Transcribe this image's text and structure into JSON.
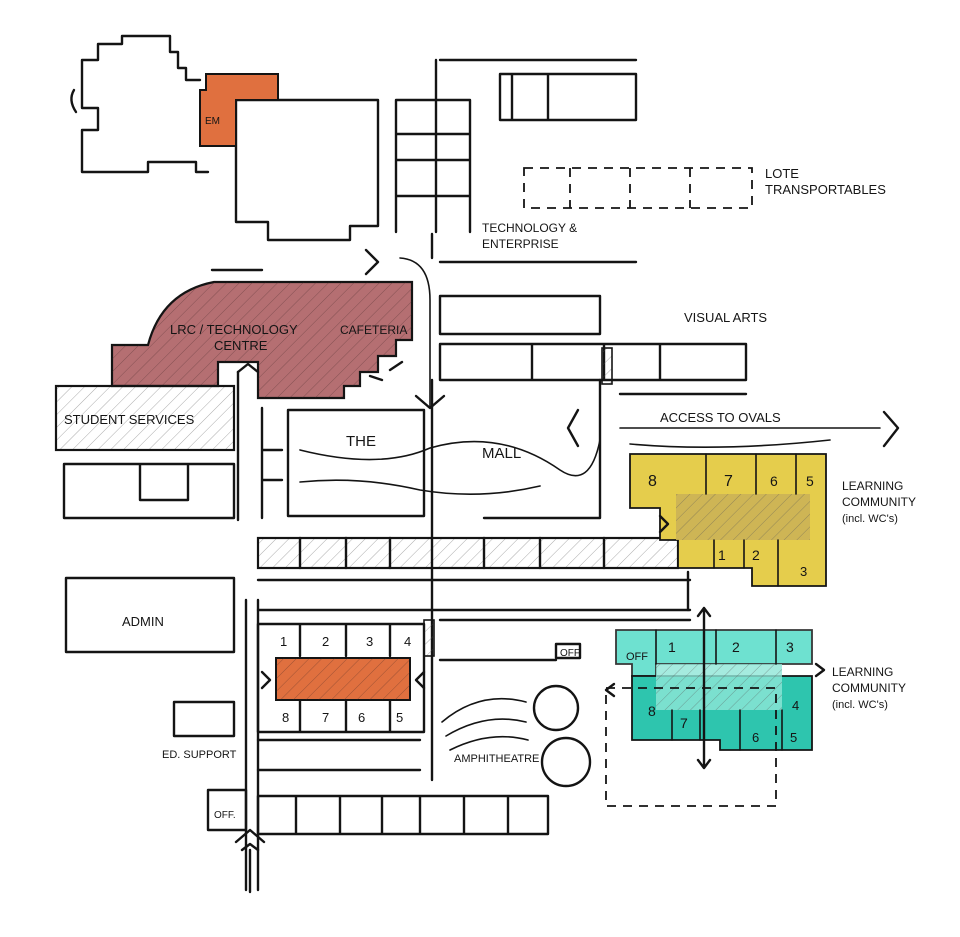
{
  "colors": {
    "orange": "#e0703f",
    "maroon": "#b56f72",
    "yellow": "#e5cd4c",
    "teal": "#55dcc8",
    "teal_dark": "#2ec5ae",
    "ink": "#141414"
  },
  "labels": {
    "em": "EM",
    "lote": "LOTE",
    "transportables": "TRANSPORTABLES",
    "technology": "TECHNOLOGY &",
    "enterprise": "ENTERPRISE",
    "lrc": "LRC / TECHNOLOGY",
    "centre": "CENTRE",
    "cafeteria": "CAFETERIA",
    "visual_arts": "VISUAL ARTS",
    "student_services": "STUDENT SERVICES",
    "the": "THE",
    "mall": "MALL",
    "access_to_ovals": "ACCESS TO OVALS",
    "admin": "ADMIN",
    "ed_support": "ED. SUPPORT",
    "off_bottom": "OFF.",
    "off_mid": "OFF",
    "off_teal": "OFF",
    "amphitheatre": "AMPHITHEATRE",
    "learning_community_1": "LEARNING",
    "community_1": "COMMUNITY",
    "incl_wcs_1": "(incl. WC's)",
    "learning_community_2": "LEARNING",
    "community_2": "COMMUNITY",
    "incl_wcs_2": "(incl. WC's)"
  },
  "rooms": {
    "orange_top_row": [
      "1",
      "2",
      "3",
      "4"
    ],
    "orange_bottom_row": [
      "8",
      "7",
      "6",
      "5"
    ],
    "yellow_top_row": [
      "8",
      "7",
      "6",
      "5"
    ],
    "yellow_bottom_row": [
      "1",
      "2",
      "3"
    ],
    "teal_top_row": [
      "1",
      "2",
      "3"
    ],
    "teal_bottom_row": [
      "8",
      "7",
      "6",
      "5",
      "4"
    ]
  }
}
